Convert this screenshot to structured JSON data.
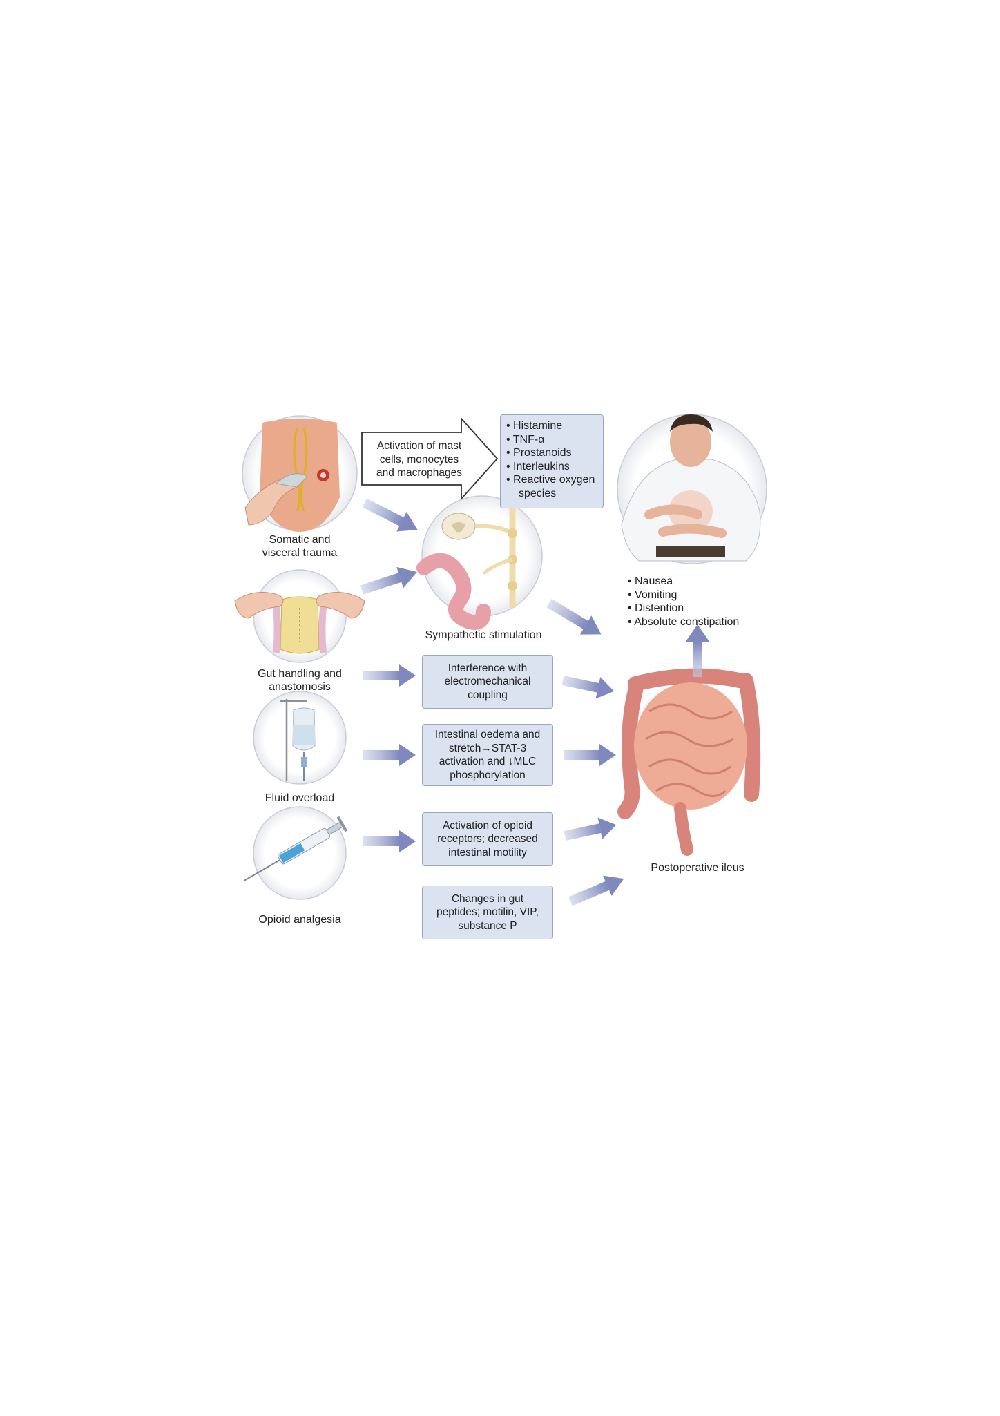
{
  "causes": {
    "trauma": "Somatic and visceral trauma",
    "trauma_l1": "Somatic and",
    "trauma_l2": "visceral trauma",
    "gut_l1": "Gut handling and",
    "gut_l2": "anastomosis",
    "fluid": "Fluid overload",
    "opioid": "Opioid analgesia"
  },
  "activation": {
    "l1": "Activation of mast",
    "l2": "cells, monocytes",
    "l3": "and macrophages"
  },
  "mediators": [
    "Histamine",
    "TNF-α",
    "Prostanoids",
    "Interleukins",
    "Reactive oxygen"
  ],
  "mediators_cont": "species",
  "sympathetic": "Sympathetic stimulation",
  "mechanisms": {
    "m1_l1": "Interference with",
    "m1_l2": "electromechanical",
    "m1_l3": "coupling",
    "m2_l1": "Intestinal oedema and",
    "m2_l2": "stretch→STAT-3",
    "m2_l3": "activation and ↓MLC",
    "m2_l4": "phosphorylation",
    "m3_l1": "Activation of opioid",
    "m3_l2": "receptors; decreased",
    "m3_l3": "intestinal motility",
    "m4_l1": "Changes in gut",
    "m4_l2": "peptides; motilin, VIP,",
    "m4_l3": "substance P"
  },
  "symptoms": [
    "Nausea",
    "Vomiting",
    "Distention",
    "Absolute constipation"
  ],
  "outcome": "Postoperative ileus",
  "colors": {
    "box_fill": "#dbe3f1",
    "box_border": "#9aa6c0",
    "arrow": "#8f98c4",
    "skin": "#e9a98a",
    "intestine": "#e8a48f"
  }
}
